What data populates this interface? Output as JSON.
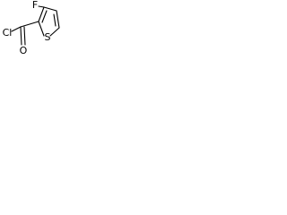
{
  "molecule": {
    "atoms": {
      "chlorine": "Cl",
      "fluorine": "F",
      "oxygen": "O",
      "sulfur": "S"
    }
  }
}
